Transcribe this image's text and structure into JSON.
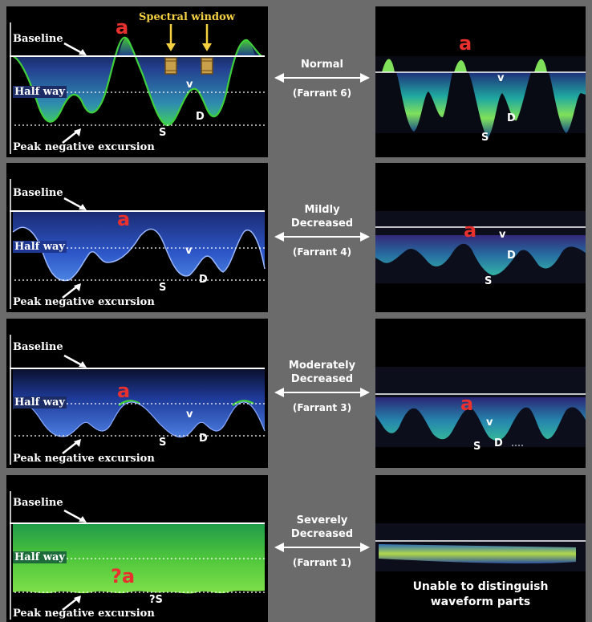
{
  "labels": {
    "baseline": "Baseline",
    "half_way": "Half way",
    "peak_negative": "Peak negative excursion",
    "spectral_window": "Spectral window"
  },
  "waveform_labels": {
    "a": "a",
    "v": "v",
    "s": "S",
    "d": "D",
    "qa": "?a",
    "qs": "?S"
  },
  "rows": [
    {
      "grade": [
        "Normal"
      ],
      "farrant": "(Farrant 6)"
    },
    {
      "grade": [
        "Mildly",
        "Decreased"
      ],
      "farrant": "(Farrant 4)"
    },
    {
      "grade": [
        "Moderately",
        "Decreased"
      ],
      "farrant": "(Farrant 3)"
    },
    {
      "grade": [
        "Severely",
        "Decreased"
      ],
      "farrant": "(Farrant 1)"
    }
  ],
  "unable_text": [
    "Unable to distinguish",
    "waveform parts"
  ],
  "colors": {
    "background": "#6b6b6b",
    "panel": "#000000",
    "label_red": "#e8312f",
    "spectral_yellow": "#f5d142",
    "blue_fill": "#2a4fb8",
    "green_fill": "#46c23a"
  }
}
